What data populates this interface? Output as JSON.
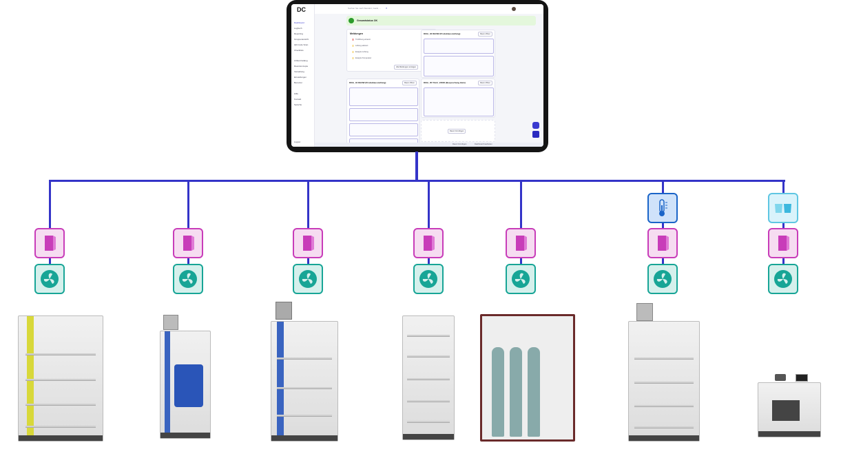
{
  "dashboard": {
    "logo": "DC",
    "search_placeholder": "Suchen Sie nach Standort, Gerät, ...",
    "sidebar": [
      "Dashboard",
      "Logbuch",
      "Reporting",
      "Gruppenansicht",
      "QR-Code Scan",
      "Checklists",
      "Artikel-Katalog",
      "Raumkonzepte",
      "Verwaltung",
      "Einstellungen",
      "Benutzer",
      "Hilfe",
      "Kontakt",
      "Sprache",
      "Logout"
    ],
    "status": "Gesamtstatus OK",
    "messages_title": "Meldungen",
    "messages": [
      "Türöffnung erkannt",
      "Lüftung aktiviert",
      "Ereignis Lüftung",
      "Ereignis Temperatur"
    ],
    "show_all": "Alle Meldungen anzeigen",
    "panels": [
      {
        "title": "DIXA_03 DHOW (Produktausstellung)",
        "button": "Raum öffnen"
      },
      {
        "title": "DIXA_04 DHOW (Produktausstellung)",
        "button": "Raum öffnen"
      },
      {
        "title": "DIXA_05 TALK_V3000 (Besprechung klein)",
        "button": "Raum öffnen"
      }
    ],
    "add_room": "Raum hinzufügen",
    "footer": [
      "Raum hinzufügen",
      "Dashboard bearbeiten"
    ],
    "accent": "#3a3ad0"
  },
  "network": {
    "line_color": "#3434c8"
  },
  "sensors": [
    {
      "icons": [
        "door-icon",
        "fan-icon"
      ]
    },
    {
      "icons": [
        "door-icon",
        "fan-icon"
      ]
    },
    {
      "icons": [
        "door-icon",
        "fan-icon"
      ]
    },
    {
      "icons": [
        "door-icon",
        "fan-icon"
      ]
    },
    {
      "icons": [
        "door-icon",
        "fan-icon"
      ]
    },
    {
      "icons": [
        "thermometer-icon",
        "door-icon",
        "fan-icon"
      ]
    },
    {
      "icons": [
        "fill-level-icon",
        "door-icon",
        "fan-icon"
      ]
    }
  ],
  "colors": {
    "door": "#c83cb9",
    "fan": "#17a596",
    "thermometer": "#1a64c8",
    "fill_level": "#5ec6e2"
  }
}
